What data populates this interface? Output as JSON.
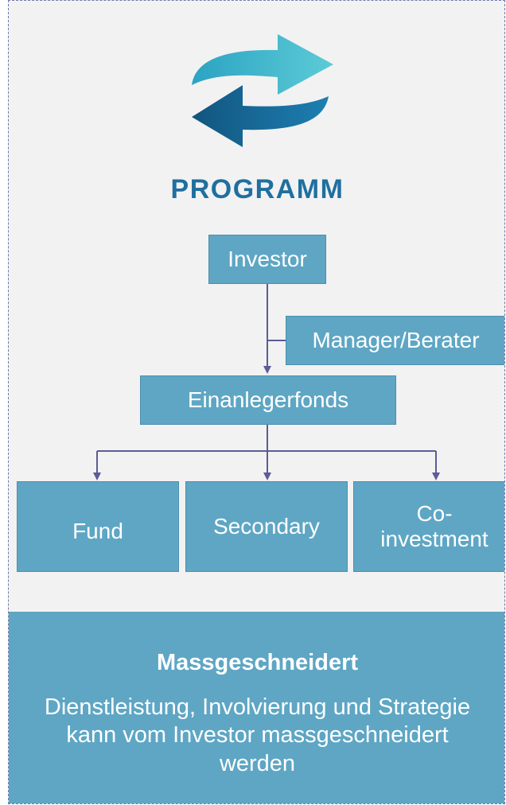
{
  "title": "PROGRAMM",
  "icon": "cycle-arrows-icon",
  "colors": {
    "box_fill": "#5ea6c4",
    "title": "#1f6fa0",
    "arrow_top": "#3fb6c9",
    "arrow_bottom": "#1a6a9a",
    "connector": "#5c5c96",
    "panel_bg": "#f2f2f2"
  },
  "nodes": {
    "investor": "Investor",
    "manager": "Manager/Berater",
    "einanlegerfonds": "Einanlegerfonds",
    "fund": "Fund",
    "secondary": "Secondary",
    "coinvestment": "Co-\ninvestment"
  },
  "footer": {
    "heading": "Massgeschneidert",
    "body": "Dienstleistung, Involvierung und Strategie kann vom Investor massgeschneidert werden"
  }
}
